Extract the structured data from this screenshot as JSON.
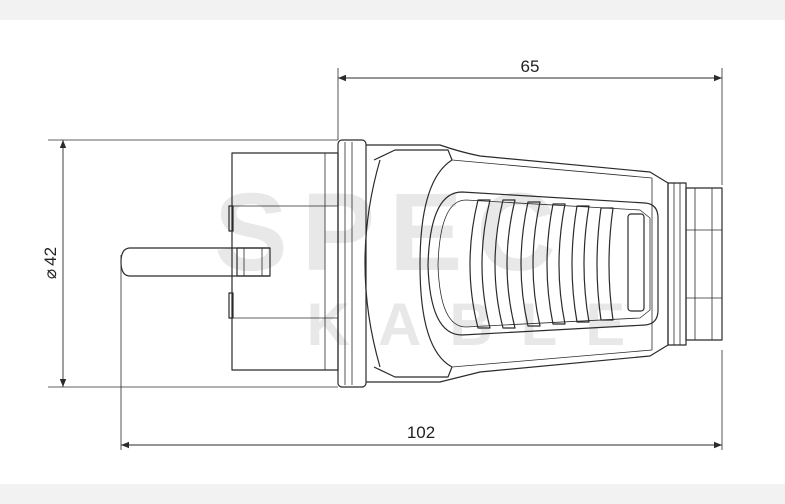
{
  "dimensions": {
    "top_width": "65",
    "diameter_symbol": "⌀",
    "diameter_value": "42",
    "overall_length": "102"
  },
  "watermark": {
    "line1": "SPEC",
    "line2": "KABLE"
  },
  "colors": {
    "background": "#ffffff",
    "frame_band": "#f2f2f2",
    "line": "#2b2b2b",
    "watermark": "#e6e6e6"
  }
}
